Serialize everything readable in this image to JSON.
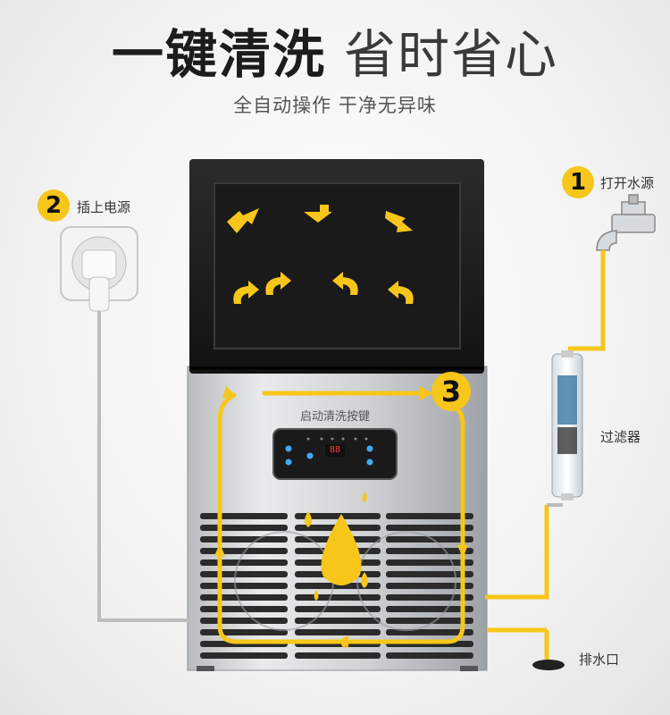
{
  "headline": {
    "bold": "一键清洗",
    "light": "省时省心"
  },
  "subheadline": "全自动操作 干净无异味",
  "steps": [
    {
      "number": "1",
      "label": "打开水源"
    },
    {
      "number": "2",
      "label": "插上电源"
    },
    {
      "number": "3",
      "label": "启动清洗按键"
    }
  ],
  "parts": {
    "filter": "过滤器",
    "drain": "排水口"
  },
  "panel": {
    "display": "88",
    "icons": [
      "power-icon",
      "up-icon",
      "down-icon"
    ]
  },
  "colors": {
    "accent": "#f7c61a",
    "machine_top": "#1e1e1e",
    "steel": "#d4d6d8"
  }
}
